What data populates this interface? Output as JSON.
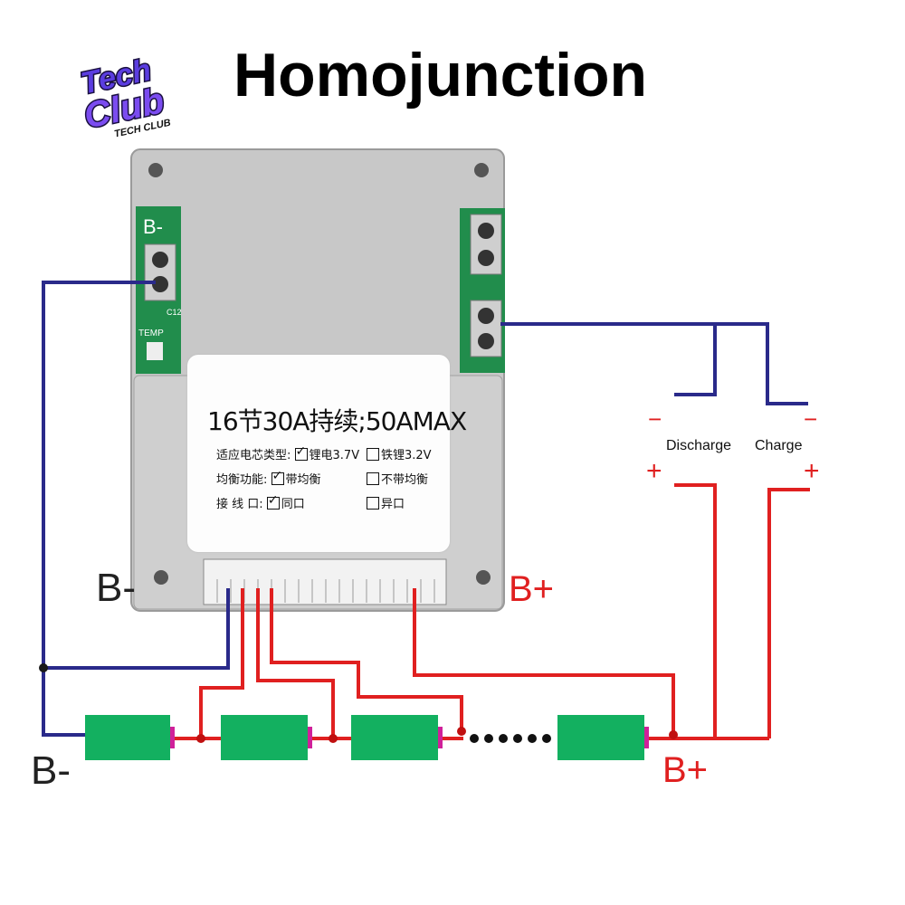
{
  "title": "Homojunction",
  "logo": {
    "text": "Tech Club",
    "subtext": "TECH CLUB"
  },
  "board_label": {
    "spec": "16节30A持续;50AMAX",
    "rows": [
      {
        "label": "适应电芯类型:",
        "opt1": "锂电3.7V",
        "opt1_checked": true,
        "opt2": "铁锂3.2V",
        "opt2_checked": false
      },
      {
        "label": "均衡功能:",
        "opt1": "带均衡",
        "opt1_checked": true,
        "opt2": "不带均衡",
        "opt2_checked": false
      },
      {
        "label": "接 线 口:",
        "opt1": "同口",
        "opt1_checked": true,
        "opt2": "异口",
        "opt2_checked": false
      }
    ],
    "pcb_marks": {
      "b_minus": "B-",
      "c12": "C12",
      "temp": "TEMP"
    }
  },
  "terminals": {
    "board_b_minus": "B-",
    "board_b_plus": "B+",
    "pack_b_minus": "B-",
    "pack_b_plus": "B+"
  },
  "loads": {
    "discharge_label": "Discharge",
    "charge_label": "Charge",
    "minus": "−",
    "plus": "+"
  },
  "colors": {
    "negative_wire": "#2a2a8a",
    "positive_wire": "#e02020",
    "cell": "#13b060",
    "cell_terminal": "#d0209a",
    "board": "#c9c9c9"
  }
}
